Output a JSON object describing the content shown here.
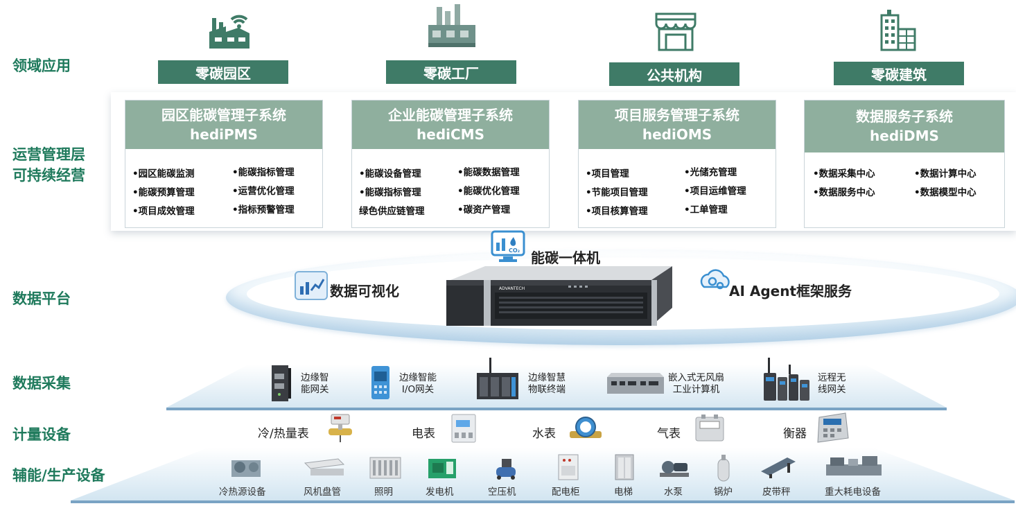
{
  "layers": {
    "domain": "领域应用",
    "ops_line1": "运营管理层",
    "ops_line2": "可持续经营",
    "platform": "数据平台",
    "collection": "数据采集",
    "metering": "计量设备",
    "auxiliary": "辅能/生产设备"
  },
  "domains": [
    {
      "label": "零碳园区",
      "icon": "factory-wifi-icon"
    },
    {
      "label": "零碳工厂",
      "icon": "factory-chimney-icon"
    },
    {
      "label": "公共机构",
      "icon": "storefront-icon"
    },
    {
      "label": "零碳建筑",
      "icon": "building-icon"
    }
  ],
  "systems": [
    {
      "name": "园区能碳管理子系统",
      "code": "hediPMS",
      "items": [
        "•园区能碳监测",
        "•能碳指标管理",
        "•能碳预算管理",
        "•运营优化管理",
        "•项目成效管理",
        "•指标预警管理"
      ]
    },
    {
      "name": "企业能碳管理子系统",
      "code": "hediCMS",
      "items": [
        "•能碳设备管理",
        "•能碳数据管理",
        "•能碳指标管理",
        "•能碳优化管理",
        "绿色供应链管理",
        "•碳资产管理"
      ]
    },
    {
      "name": "项目服务管理子系统",
      "code": "hediOMS",
      "items": [
        "•项目管理",
        "•光储充管理",
        "•节能项目管理",
        "•项目运维管理",
        "•项目核算管理",
        "•工单管理"
      ]
    },
    {
      "name": "数据服务子系统",
      "code": "hediDMS",
      "items": [
        "•数据采集中心",
        "•数据计算中心",
        "•数据服务中心",
        "•数据模型中心"
      ]
    }
  ],
  "platform": {
    "machine": "能碳一体机",
    "visualization": "数据可视化",
    "agent": "AI Agent框架服务",
    "brand": "ADVANTECH",
    "co2": "CO₂"
  },
  "collection_devices": [
    {
      "line1": "边缘智",
      "line2": "能网关"
    },
    {
      "line1": "边缘智能",
      "line2": "I/O网关"
    },
    {
      "line1": "边缘智慧",
      "line2": "物联终端"
    },
    {
      "line1": "嵌入式无风扇",
      "line2": "工业计算机"
    },
    {
      "line1": "远程无",
      "line2": "线网关"
    }
  ],
  "meters": [
    "冷/热量表",
    "电表",
    "水表",
    "气表",
    "衡器"
  ],
  "aux_equipment": [
    "冷热源设备",
    "风机盘管",
    "照明",
    "发电机",
    "空压机",
    "配电柜",
    "电梯",
    "水泵",
    "锅炉",
    "皮带秤",
    "重大耗电设备"
  ],
  "colors": {
    "accent": "#3f7b67",
    "header": "#8faf9e",
    "label": "#1f7a5c",
    "ring": "#cfe3f1"
  }
}
